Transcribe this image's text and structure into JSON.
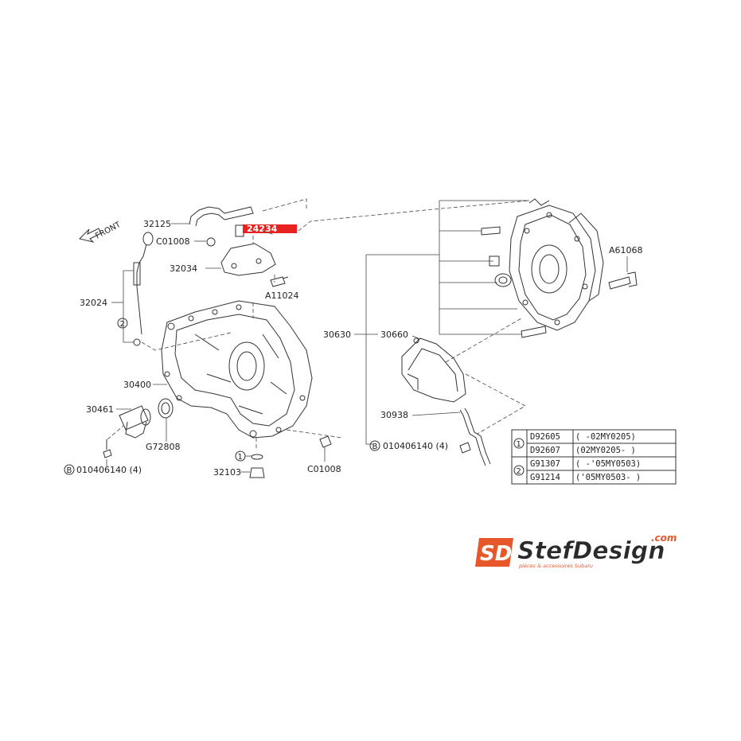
{
  "front_label": "FRONT",
  "highlight_label": "24234",
  "labels": {
    "p32125": "32125",
    "pC01008a": "C01008",
    "p32034": "32034",
    "pA11024": "A11024",
    "p32024": "32024",
    "p30400": "30400",
    "p30461": "30461",
    "pG72808": "G72808",
    "pB1": "010406140 (4)",
    "p32103": "32103",
    "pC01008b": "C01008",
    "p30630": "30630",
    "p30660": "30660",
    "p30938": "30938",
    "pB2": "010406140 (4)",
    "pA61068": "A61068"
  },
  "circle_marks": {
    "one": "1",
    "two": "2",
    "b": "B"
  },
  "table": {
    "rows": [
      {
        "group": "1",
        "part": "D92605",
        "range": "(      -02MY0205)"
      },
      {
        "group": "1",
        "part": "D92607",
        "range": "(02MY0205-      )"
      },
      {
        "group": "2",
        "part": "G91307",
        "range": "(      -'05MY0503)"
      },
      {
        "group": "2",
        "part": "G91214",
        "range": "('05MY0503-     )"
      }
    ]
  },
  "logo": {
    "mark": "SD",
    "name": "StefDesign",
    "domain": ".com",
    "tagline": "pièces & accessoires Subaru"
  },
  "colors": {
    "highlight": "#e8231f",
    "logo_orange": "#e8572a",
    "logo_dark": "#2a2a2a"
  }
}
